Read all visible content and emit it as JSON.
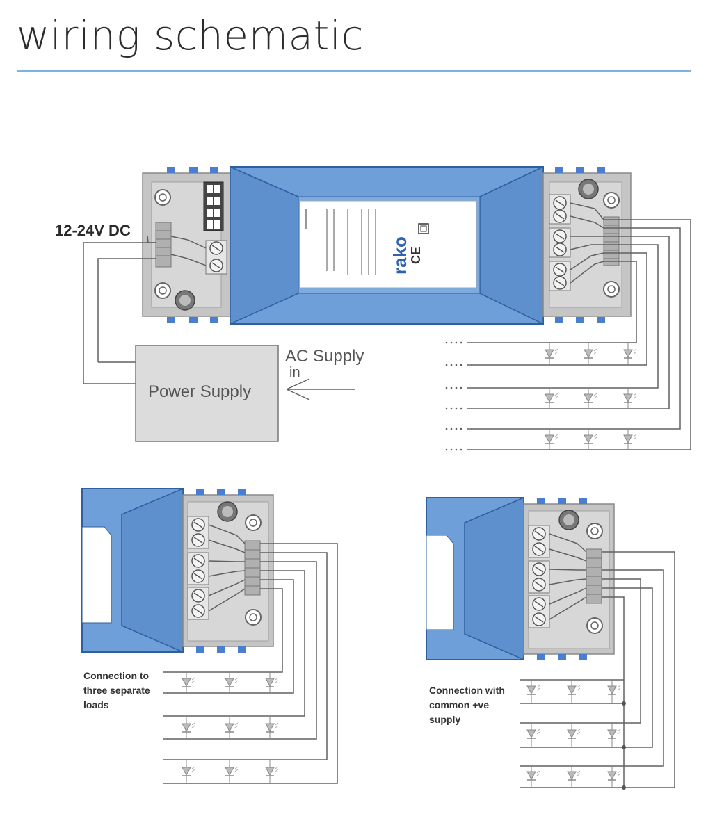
{
  "page": {
    "title": "wiring schematic"
  },
  "labels": {
    "dc_input": "12-24V DC",
    "power_supply": "Power Supply",
    "ac_supply_line1": "AC Supply",
    "ac_supply_line2": "in",
    "brand": "rako",
    "ce_mark": "CE",
    "left_caption": [
      "Connection to",
      "three separate",
      "loads"
    ],
    "right_caption": [
      "Connection with",
      "common +ve",
      "supply"
    ]
  },
  "colors": {
    "accent": "#7cb4e0",
    "module_blue": "#6f9fd8",
    "terminal_grey": "#c8c8c8",
    "wire": "#707070"
  }
}
